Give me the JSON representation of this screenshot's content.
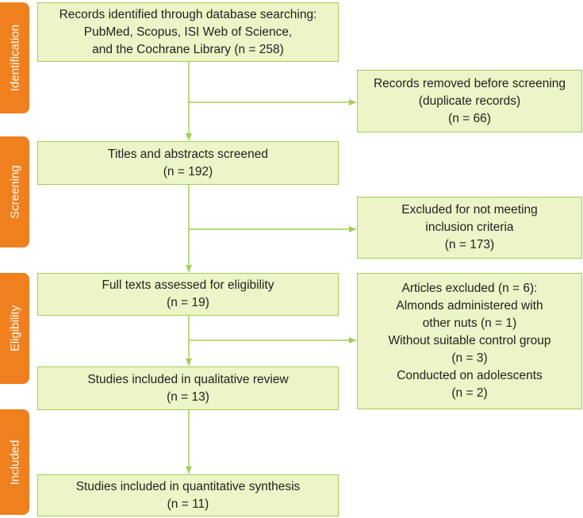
{
  "phases": {
    "identification": "Identification",
    "screening": "Screening",
    "eligibility": "Eligibility",
    "included": "Included"
  },
  "boxes": {
    "records_identified": [
      "Records identified through database searching:",
      "PubMed, Scopus, ISI Web of Science,",
      "and the Cochrane Library (n = 258)"
    ],
    "records_removed": [
      "Records removed before screening",
      "(duplicate records)",
      "(n = 66)"
    ],
    "titles_screened": [
      "Titles and abstracts screened",
      "(n = 192)"
    ],
    "excluded_criteria": [
      "Excluded for not meeting",
      "inclusion criteria",
      "(n = 173)"
    ],
    "full_texts": [
      "Full texts assessed for eligibility",
      "(n = 19)"
    ],
    "articles_excluded": [
      "Articles excluded (n = 6):",
      "Almonds administered with",
      "other nuts (n = 1)",
      "Without suitable control group",
      "(n = 3)",
      "Conducted on adolescents",
      "(n = 2)"
    ],
    "qualitative": [
      "Studies included in qualitative review",
      "(n = 13)"
    ],
    "quantitative": [
      "Studies included in quantitative synthesis",
      "(n = 11)"
    ]
  },
  "colors": {
    "phase_tab": "#f07f1e",
    "box_fill": "#ecf5c7",
    "box_border": "#a4cd55",
    "arrow": "#a4cd55"
  }
}
